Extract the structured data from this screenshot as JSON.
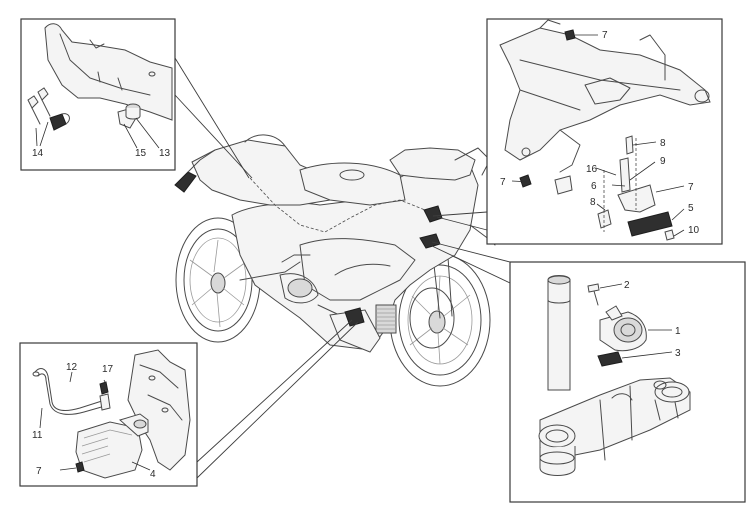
{
  "callouts": {
    "top_right": {
      "c7a": "7",
      "c8": "8",
      "c16": "16",
      "c9": "9",
      "c6": "6",
      "c7b": "7",
      "c7c": "7",
      "c8b": "8",
      "c5": "5",
      "c10": "10"
    },
    "top_left": {
      "c14": "14",
      "c15": "15",
      "c13": "13"
    },
    "bottom_right": {
      "c2": "2",
      "c1": "1",
      "c3": "3"
    },
    "bottom_left": {
      "c12": "12",
      "c17": "17",
      "c11": "11",
      "c7": "7",
      "c4": "4"
    }
  },
  "colors": {
    "line": "#4a4a4a",
    "frame": "#3a3a3a",
    "dark_part": "#2f2f2f",
    "background": "#ffffff"
  }
}
